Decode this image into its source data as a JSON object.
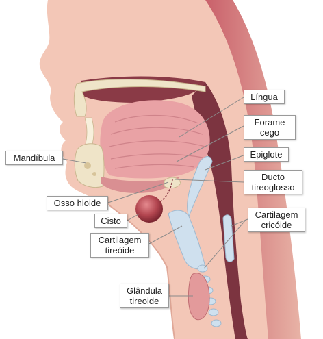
{
  "labels": {
    "lingua": "Língua",
    "forame_l1": "Forame",
    "forame_l2": "cego",
    "epiglote": "Epiglote",
    "ducto_l1": "Ducto",
    "ducto_l2": "tireoglosso",
    "mandibula": "Mandíbula",
    "cricoide_l1": "Cartilagem",
    "cricoide_l2": "cricóide",
    "osso_hioide": "Osso hioide",
    "cisto": "Cisto",
    "tireoide_cart_l1": "Cartilagem",
    "tireoide_cart_l2": "tireóide",
    "glandula_l1": "Glândula",
    "glandula_l2": "tireoide"
  },
  "colors": {
    "skin": "#f3c7b7",
    "skin_shadow": "#d99c8c",
    "tongue": "#e9a2a5",
    "cavity_dark": "#7c3440",
    "bone": "#efe4c8",
    "cartilage": "#cfe0ee",
    "cyst": "#b2454f",
    "thyroid": "#e39a9b"
  }
}
